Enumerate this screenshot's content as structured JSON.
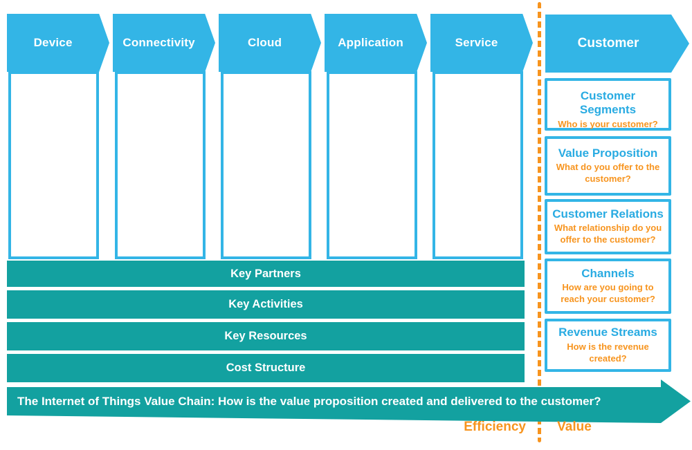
{
  "colors": {
    "blue": "#33B5E6",
    "blue_text": "#29ABE2",
    "teal": "#13A1A0",
    "orange": "#F7941E",
    "background": "#FFFFFF"
  },
  "stages": [
    {
      "label": "Device"
    },
    {
      "label": "Connectivity"
    },
    {
      "label": "Cloud"
    },
    {
      "label": "Application"
    },
    {
      "label": "Service"
    }
  ],
  "customer": {
    "label": "Customer"
  },
  "customer_boxes": [
    {
      "title": "Customer Segments",
      "question": "Who is your customer?"
    },
    {
      "title": "Value Proposition",
      "question": "What do you offer to the customer?"
    },
    {
      "title": "Customer Relations",
      "question": "What relationship do you offer to the customer?"
    },
    {
      "title": "Channels",
      "question": "How are you going to reach your customer?"
    },
    {
      "title": "Revenue Streams",
      "question": "How is the revenue created?"
    }
  ],
  "key_bars": [
    {
      "label": "Key Partners"
    },
    {
      "label": "Key Activities"
    },
    {
      "label": "Key Resources"
    },
    {
      "label": "Cost Structure"
    }
  ],
  "bottom_arrow": {
    "label": "The Internet of Things Value Chain: How is the value proposition created and delivered to the customer?"
  },
  "axis_labels": {
    "efficiency": "Efficiency",
    "value": "Value"
  }
}
